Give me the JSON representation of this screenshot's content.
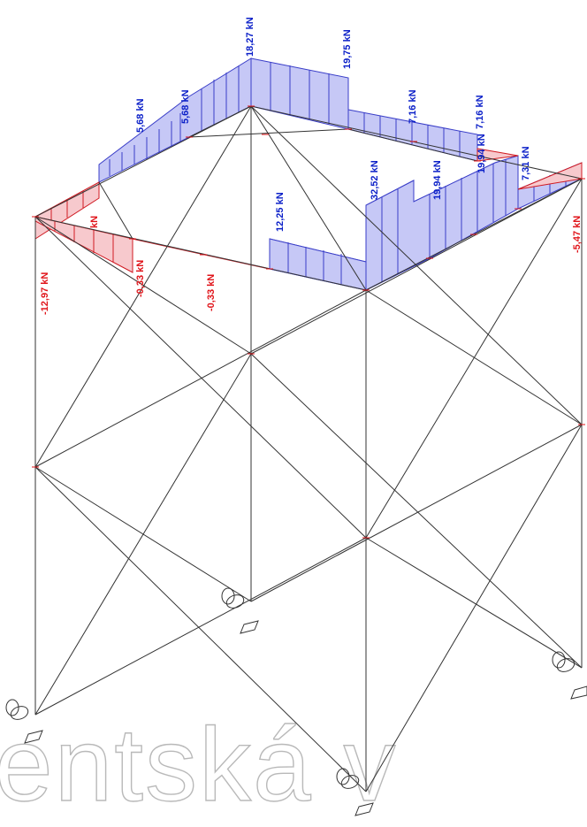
{
  "labels": {
    "top_a": "18,27 kN",
    "top_b": "19,75 kN",
    "left_a": "5,68 kN",
    "left_b": "5,68 kN",
    "right_a": "7,16 kN",
    "right_b": "7,16 kN",
    "mid_a": "12,25 kN",
    "mid_b": "32,52 kN",
    "mid_c": "19,94 kN",
    "mid_d": "19,94 kN",
    "mid_e": "7,31 kN",
    "neg_partial": "kN",
    "neg_a": "-12,97 kN",
    "neg_b": "-0,33 kN",
    "neg_c": "-0,33 kN",
    "neg_d": "-5,47 kN"
  },
  "watermark": "entská v",
  "colors": {
    "positive_fill": "#c6c8f6",
    "positive_stroke": "#3a3ec8",
    "positive_text": "#0a1fc8",
    "negative_fill": "#f7c9cd",
    "negative_stroke": "#d01a22",
    "negative_text": "#e0141a",
    "frame": "#333333",
    "node": "#e0141a"
  }
}
